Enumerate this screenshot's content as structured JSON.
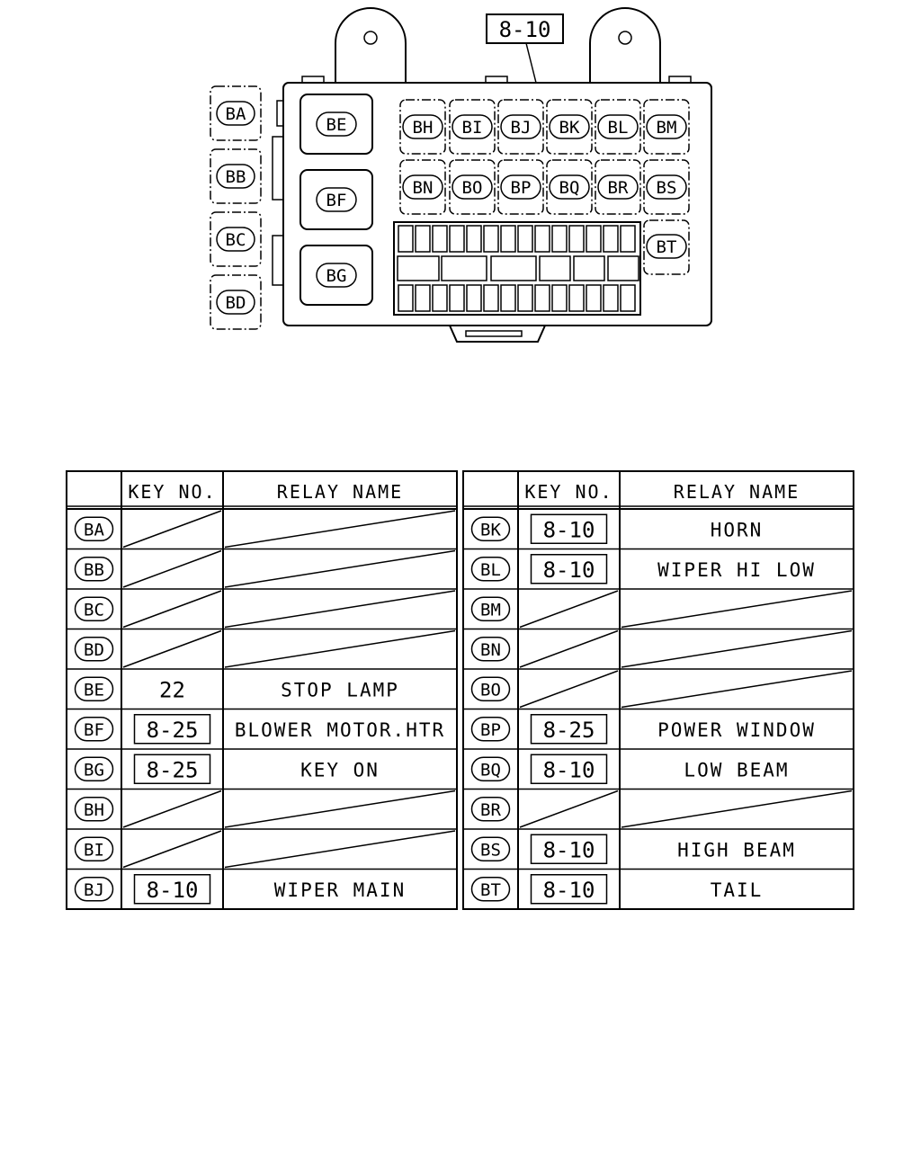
{
  "callout": {
    "label": "8-10"
  },
  "housing": {
    "left_relays": [
      "BA",
      "BB",
      "BC",
      "BD"
    ],
    "large_relays": [
      "BE",
      "BF",
      "BG"
    ],
    "row1": [
      "BH",
      "BI",
      "BJ",
      "BK",
      "BL",
      "BM"
    ],
    "row2": [
      "BN",
      "BO",
      "BP",
      "BQ",
      "BR",
      "BS"
    ],
    "extra": [
      "BT"
    ]
  },
  "tables": {
    "headers": {
      "col_key": "KEY NO.",
      "col_name": "RELAY NAME"
    },
    "left": [
      {
        "id": "BA",
        "key": "",
        "name": "",
        "boxed": false,
        "empty": true
      },
      {
        "id": "BB",
        "key": "",
        "name": "",
        "boxed": false,
        "empty": true
      },
      {
        "id": "BC",
        "key": "",
        "name": "",
        "boxed": false,
        "empty": true
      },
      {
        "id": "BD",
        "key": "",
        "name": "",
        "boxed": false,
        "empty": true
      },
      {
        "id": "BE",
        "key": "22",
        "name": "STOP LAMP",
        "boxed": false,
        "empty": false
      },
      {
        "id": "BF",
        "key": "8-25",
        "name": "BLOWER MOTOR.HTR",
        "boxed": true,
        "empty": false
      },
      {
        "id": "BG",
        "key": "8-25",
        "name": "KEY ON",
        "boxed": true,
        "empty": false
      },
      {
        "id": "BH",
        "key": "",
        "name": "",
        "boxed": false,
        "empty": true
      },
      {
        "id": "BI",
        "key": "",
        "name": "",
        "boxed": false,
        "empty": true
      },
      {
        "id": "BJ",
        "key": "8-10",
        "name": "WIPER MAIN",
        "boxed": true,
        "empty": false
      }
    ],
    "right": [
      {
        "id": "BK",
        "key": "8-10",
        "name": "HORN",
        "boxed": true,
        "empty": false
      },
      {
        "id": "BL",
        "key": "8-10",
        "name": "WIPER HI LOW",
        "boxed": true,
        "empty": false
      },
      {
        "id": "BM",
        "key": "",
        "name": "",
        "boxed": false,
        "empty": true
      },
      {
        "id": "BN",
        "key": "",
        "name": "",
        "boxed": false,
        "empty": true
      },
      {
        "id": "BO",
        "key": "",
        "name": "",
        "boxed": false,
        "empty": true
      },
      {
        "id": "BP",
        "key": "8-25",
        "name": "POWER WINDOW",
        "boxed": true,
        "empty": false
      },
      {
        "id": "BQ",
        "key": "8-10",
        "name": "LOW BEAM",
        "boxed": true,
        "empty": false
      },
      {
        "id": "BR",
        "key": "",
        "name": "",
        "boxed": false,
        "empty": true
      },
      {
        "id": "BS",
        "key": "8-10",
        "name": "HIGH BEAM",
        "boxed": true,
        "empty": false
      },
      {
        "id": "BT",
        "key": "8-10",
        "name": "TAIL",
        "boxed": true,
        "empty": false
      }
    ]
  }
}
